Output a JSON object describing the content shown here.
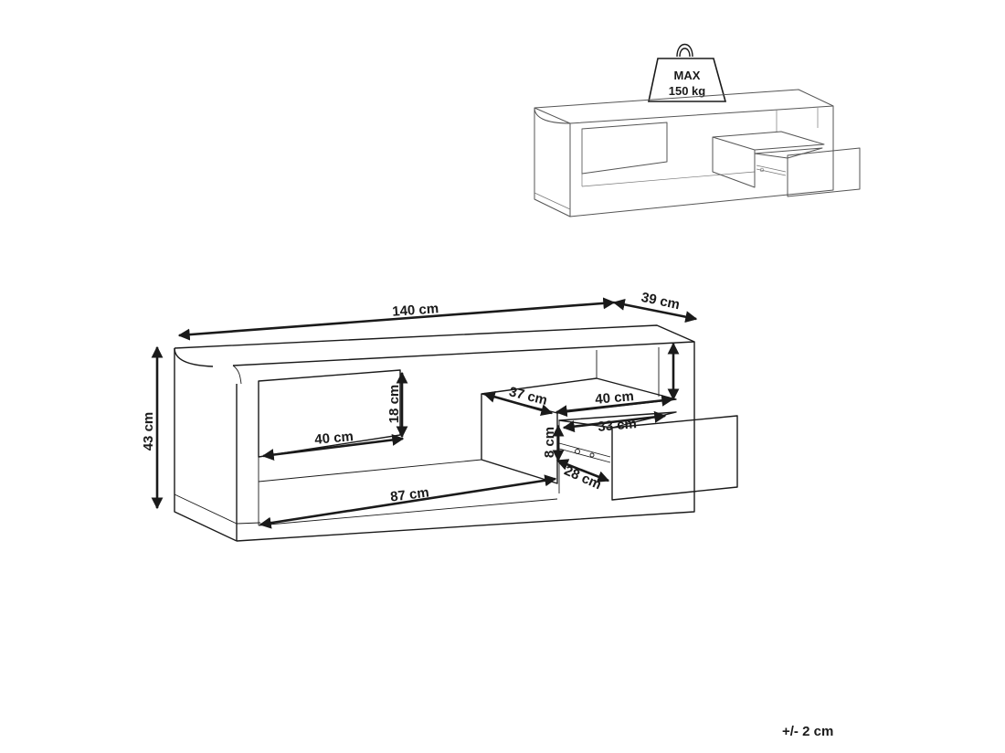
{
  "weight_badge": {
    "line1": "MAX",
    "line2": "150 kg"
  },
  "dimensions": {
    "width": "140 cm",
    "depth": "39 cm",
    "height": "43 cm",
    "left_width": "40 cm",
    "left_height": "18 cm",
    "bottom_length": "87 cm",
    "cube_depth": "37 cm",
    "cube_width": "40 cm",
    "drawer_width": "33 cm",
    "drawer_height": "8 cm",
    "drawer_depth": "28 cm"
  },
  "tolerance": "+/- 2 cm",
  "colors": {
    "line": "#1a1a1a",
    "preview_line": "#555555",
    "background": "#ffffff"
  }
}
